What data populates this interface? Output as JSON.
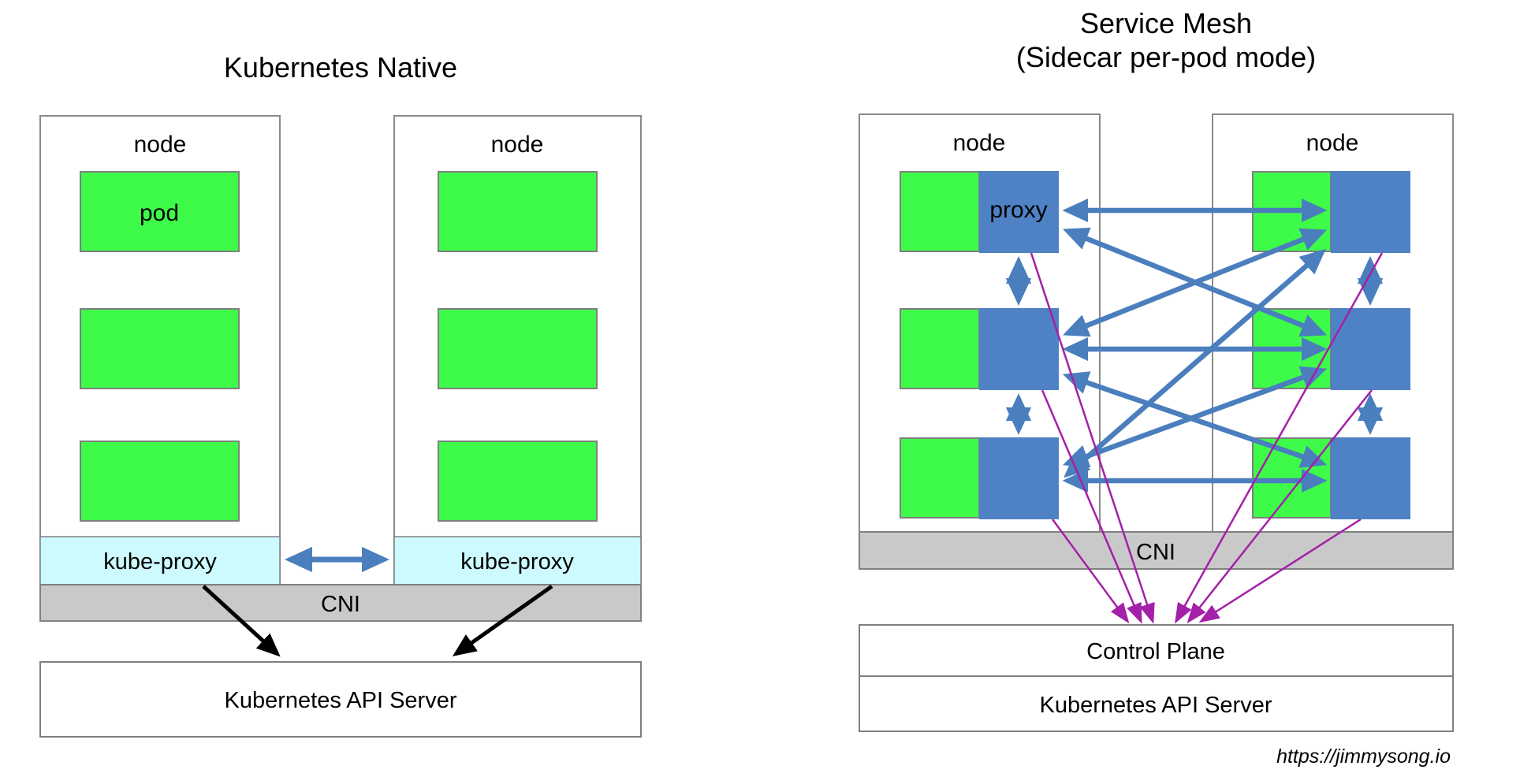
{
  "left_panel": {
    "title": "Kubernetes Native",
    "node_label": "node",
    "pod_label": "pod",
    "kube_proxy_label": "kube-proxy",
    "cni_label": "CNI",
    "api_server_label": "Kubernetes API Server"
  },
  "right_panel": {
    "title_line1": "Service Mesh",
    "title_line2": "(Sidecar per-pod mode)",
    "node_label": "node",
    "proxy_label": "proxy",
    "cni_label": "CNI",
    "control_plane_label": "Control Plane",
    "api_server_label": "Kubernetes API Server"
  },
  "footer": {
    "credit": "https://jimmysong.io"
  },
  "colors": {
    "pod_green": "#3efb49",
    "sidecar_blue": "#4e82c4",
    "mesh_arrow_blue": "#4a7ebd",
    "kube_proxy_cyan": "#ccfaff",
    "cni_gray": "#c9c9c9",
    "border_gray": "#7f8080",
    "control_plane_arrow_purple": "#a420a8",
    "black": "#000000",
    "background": "#ffffff"
  }
}
